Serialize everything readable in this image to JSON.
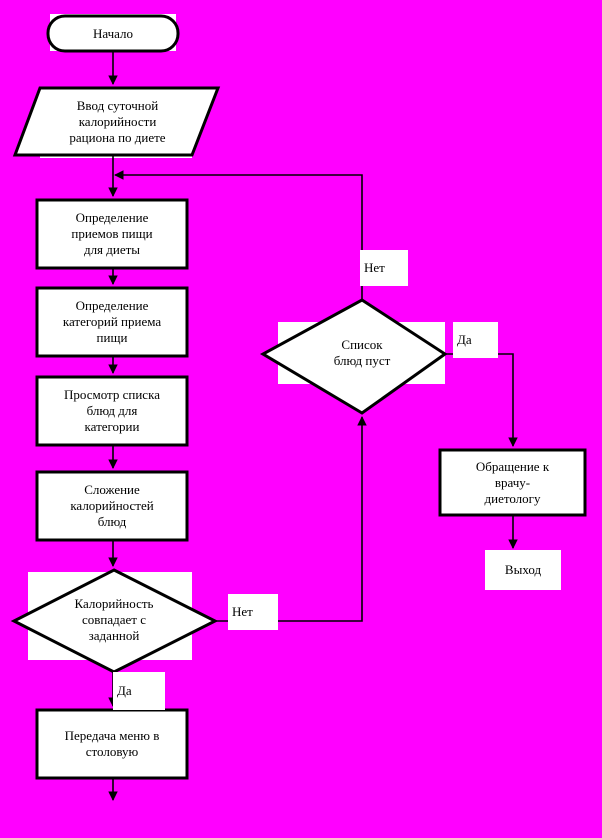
{
  "diagram": {
    "title": "Flowchart: Diet menu calorie calculation",
    "background_color": "#FF00FF",
    "shape_fill": "#FFFFFF",
    "line_color": "#000000",
    "nodes": {
      "start": {
        "label": "Начало",
        "shape": "terminator"
      },
      "input_calories": {
        "label": "Ввод суточной\nкалорийности\nрациона по диете",
        "shape": "parallelogram"
      },
      "define_meals": {
        "label": "Определение\nприемов пищи\nдля диеты",
        "shape": "process"
      },
      "define_categories": {
        "label": "Определение\nкатегорий приема\nпищи",
        "shape": "process"
      },
      "view_dish_list": {
        "label": "Просмотр списка\nблюд для\nкатегории",
        "shape": "process"
      },
      "sum_calories": {
        "label": "Сложение\nкалорийностей\nблюд",
        "shape": "process"
      },
      "decision_calories_match": {
        "label": "Калорийность\nсовпадает с\nзаданной",
        "shape": "decision"
      },
      "decision_list_empty": {
        "label": "Список\nблюд  пуст",
        "shape": "decision"
      },
      "transfer_menu": {
        "label": "Передача меню в\nстоловую",
        "shape": "process"
      },
      "consult_dietitian": {
        "label": "Обращение к\nврачу-\nдиетологу",
        "shape": "process"
      },
      "exit": {
        "label": "Выход",
        "shape": "terminator-plain"
      }
    },
    "edge_labels": {
      "calories_no": "Нет",
      "calories_yes": "Да",
      "list_empty_no": "Нет",
      "list_empty_yes": "Да"
    }
  }
}
